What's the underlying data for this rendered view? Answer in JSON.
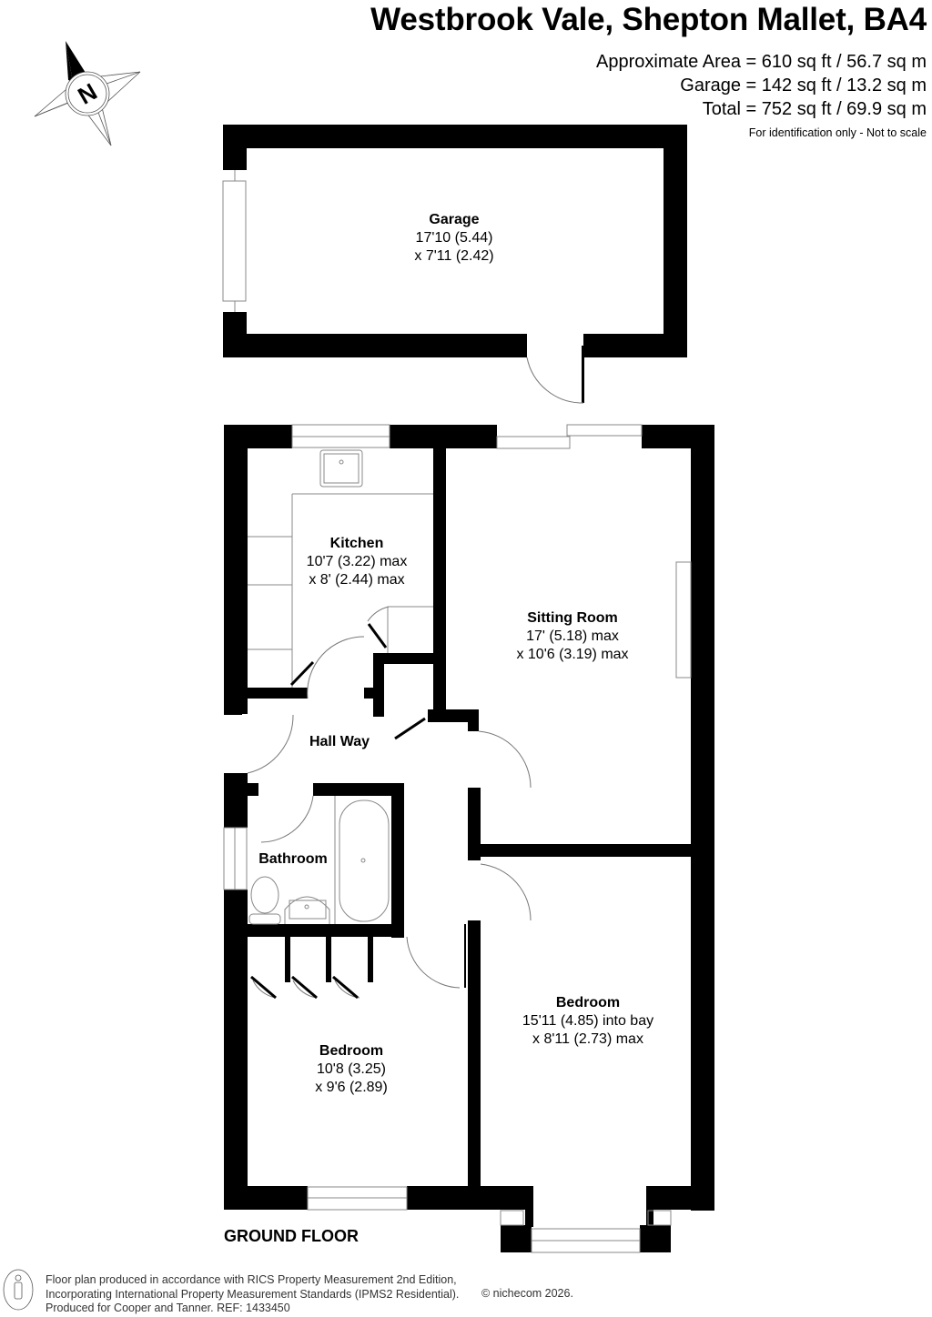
{
  "header": {
    "title": "Westbrook Vale, Shepton Mallet, BA4",
    "areas": [
      "Approximate Area = 610 sq ft / 56.7 sq m",
      "Garage = 142 sq ft / 13.2 sq m",
      "Total = 752 sq ft / 69.9 sq m"
    ],
    "disclaimer": "For identification only - Not to scale"
  },
  "compass": {
    "label": "N"
  },
  "rooms": {
    "garage": {
      "name": "Garage",
      "dim1": "17'10 (5.44)",
      "dim2": "x 7'11 (2.42)"
    },
    "kitchen": {
      "name": "Kitchen",
      "dim1": "10'7 (3.22) max",
      "dim2": "x 8' (2.44) max"
    },
    "sitting_room": {
      "name": "Sitting Room",
      "dim1": "17' (5.18) max",
      "dim2": "x 10'6 (3.19) max"
    },
    "hall_way": {
      "name": "Hall Way"
    },
    "bathroom": {
      "name": "Bathroom"
    },
    "bedroom_1": {
      "name": "Bedroom",
      "dim1": "15'11 (4.85) into bay",
      "dim2": "x 8'11 (2.73) max"
    },
    "bedroom_2": {
      "name": "Bedroom",
      "dim1": "10'8 (3.25)",
      "dim2": "x 9'6 (2.89)"
    }
  },
  "floor_label": "GROUND FLOOR",
  "footer": {
    "lines": [
      "Floor plan produced in accordance with RICS Property Measurement 2nd Edition,",
      "Incorporating International Property Measurement Standards (IPMS2 Residential).",
      "Produced for Cooper and Tanner.   REF: 1433450"
    ],
    "copyright": "© nichecom 2026."
  },
  "colors": {
    "wall": "#000000",
    "fixture_line": "#888888",
    "background": "#ffffff"
  }
}
